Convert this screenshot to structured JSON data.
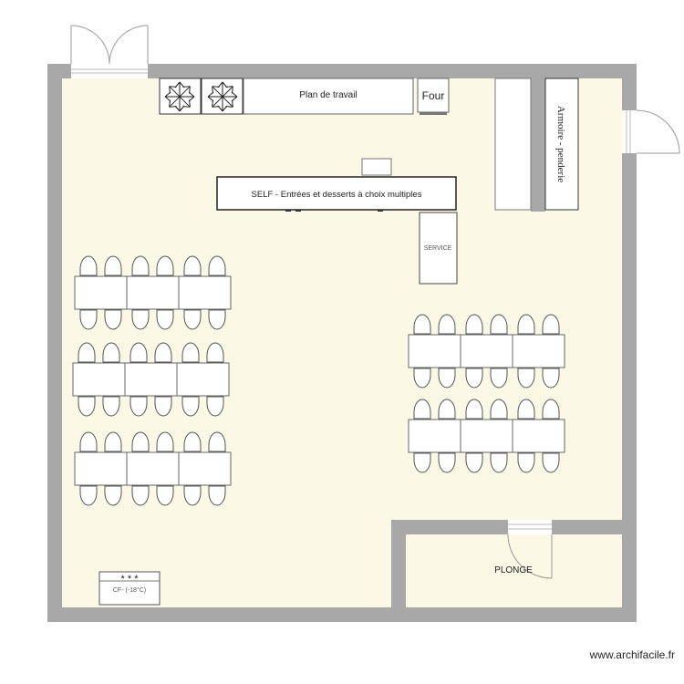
{
  "plan": {
    "labels": {
      "worktop": "Plan de travail",
      "oven": "Four",
      "self": "SELF - Entrées et desserts à choix multiples",
      "service": "SERVICE",
      "wardrobe": "Armoire - penderie",
      "dishwashing": "PLONGE",
      "cold_room": "CF- (-18°C)",
      "cold_room_stars": "* * *"
    },
    "watermark": "www.archifacile.fr"
  },
  "colors": {
    "wall": "#a8a8a8",
    "floor": "#fbf8e6",
    "furniture": "#ffffff",
    "outline": "#555555"
  },
  "icons": [
    "snowflake-icon",
    "snowflake-icon"
  ]
}
